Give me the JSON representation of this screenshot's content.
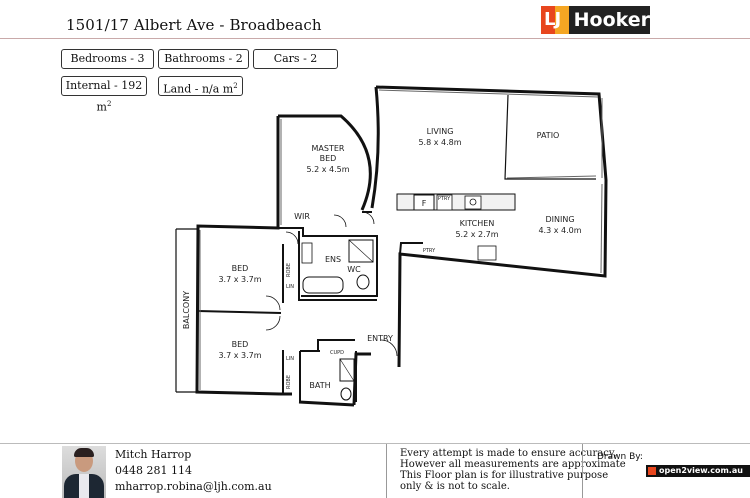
{
  "header": {
    "title": "1501/17 Albert Ave - Broadbeach"
  },
  "brand": {
    "logo_mark": "LJ",
    "logo_word": "Hooker",
    "accent": "#e8461e",
    "accent2": "#f5a623",
    "dark": "#222222"
  },
  "specs": {
    "bedrooms": "Bedrooms -  3",
    "bathrooms": "Bathrooms -  2",
    "cars": "Cars -  2",
    "internal": "Internal - 192 m",
    "land": "Land -  n/a  m",
    "sup": "2"
  },
  "rooms": {
    "master_bed": {
      "name_1": "MASTER",
      "name_2": "BED",
      "size": "5.2 x 4.5m"
    },
    "living": {
      "name": "LIVING",
      "size": "5.8 x 4.8m"
    },
    "patio": {
      "name": "PATIO"
    },
    "kitchen": {
      "name": "KITCHEN",
      "size": "5.2 x 2.7m"
    },
    "dining": {
      "name": "DINING",
      "size": "4.3 x 4.0m"
    },
    "wir": "WIR",
    "ens": "ENS",
    "wc": "WC",
    "robe": "ROBE",
    "bed1": {
      "name": "BED",
      "size": "3.7 x 3.7m"
    },
    "bed2": {
      "name": "BED",
      "size": "3.7 x 3.7m"
    },
    "balcony": "BALCONY",
    "entry": "ENTRY",
    "cupd": "CUPD",
    "bath": "BATH",
    "fridge": "F",
    "pantry": "PTRY",
    "linen": "LIN"
  },
  "agent": {
    "name": "Mitch Harrop",
    "phone": "0448 281 114",
    "email": "mharrop.robina@ljh.com.au"
  },
  "disclaimer": {
    "line1": "Every  attempt is made to ensure accuracy,",
    "line2": "However all measurements are approximate",
    "line3": "This Floor plan is for illustrative purpose",
    "line4": "only & is not to scale."
  },
  "drawn_by": {
    "label": "Drawn By:",
    "company": "open2view.com.au"
  }
}
